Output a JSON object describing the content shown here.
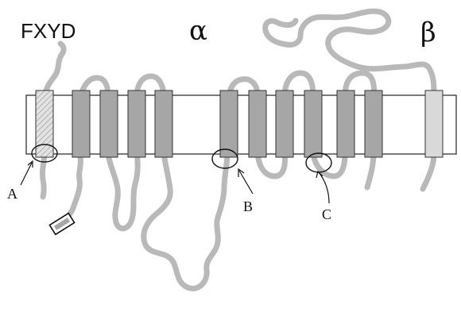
{
  "labels": {
    "fxyd": "FXYD",
    "alpha": "α",
    "beta": "β",
    "site_a": "A",
    "site_b": "B",
    "site_c": "C"
  },
  "colors": {
    "chain": "#b9b9b9",
    "helix_alpha": "#a6a6a6",
    "helix_fxyd": "#d6d6d6",
    "helix_beta": "#d9d9d9",
    "outline": "#222222"
  },
  "subunits": [
    {
      "name": "FXYD",
      "transmembrane_segments": 1
    },
    {
      "name": "α",
      "transmembrane_segments": 10
    },
    {
      "name": "β",
      "transmembrane_segments": 1
    }
  ]
}
